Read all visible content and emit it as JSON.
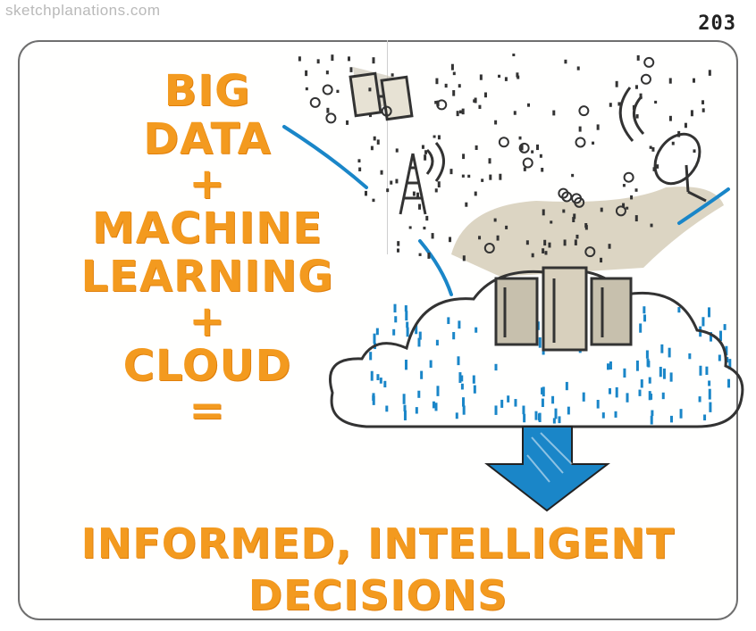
{
  "header": {
    "site": "sketchplanations.com",
    "number": "203"
  },
  "equation": {
    "line1": "BIG",
    "line2": "DATA",
    "plus1": "+",
    "line3": "MACHINE",
    "line4": "LEARNING",
    "plus2": "+",
    "line5": "CLOUD",
    "equals": "="
  },
  "result": {
    "line1": "INFORMED, INTELLIGENT",
    "line2": "DECISIONS"
  },
  "colors": {
    "orange": "#f39a1f",
    "blue": "#1a86c8",
    "ink": "#333333",
    "grey": "#c7c0ad"
  }
}
